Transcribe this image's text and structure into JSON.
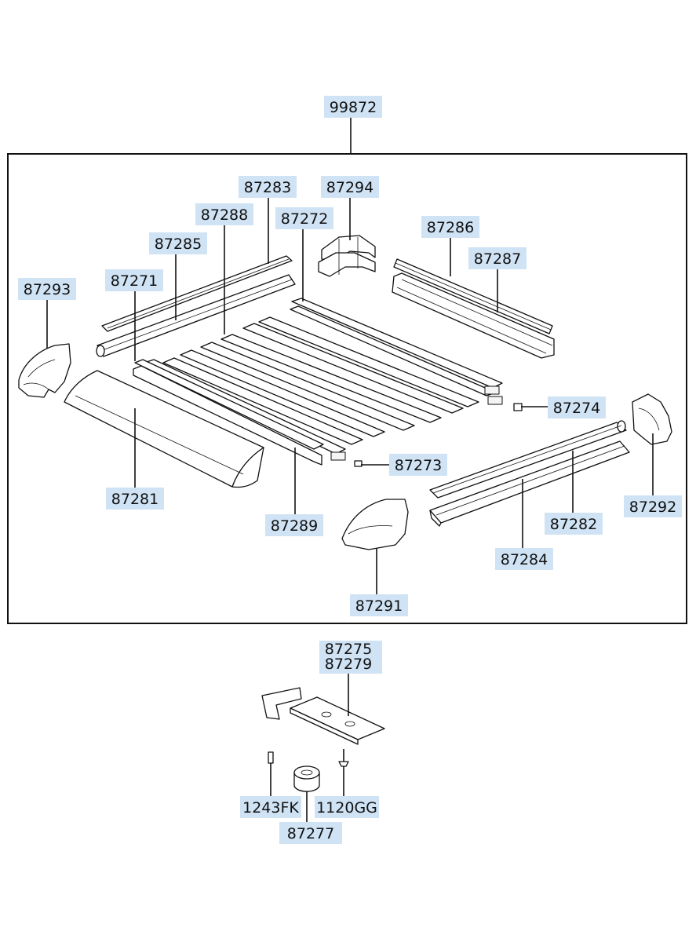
{
  "labels": {
    "p99872": "99872",
    "p87283": "87283",
    "p87294": "87294",
    "p87288": "87288",
    "p87272": "87272",
    "p87286": "87286",
    "p87285": "87285",
    "p87287": "87287",
    "p87271": "87271",
    "p87293": "87293",
    "p87274": "87274",
    "p87273": "87273",
    "p87281": "87281",
    "p87282": "87282",
    "p87292": "87292",
    "p87289": "87289",
    "p87284": "87284",
    "p87291": "87291",
    "p87275": "87275",
    "p87279": "87279",
    "p1243FK": "1243FK",
    "p1120GG": "1120GG",
    "p87277": "87277"
  },
  "colors": {
    "label_background": "#cfe3f5",
    "line": "#111111",
    "background": "#ffffff"
  }
}
